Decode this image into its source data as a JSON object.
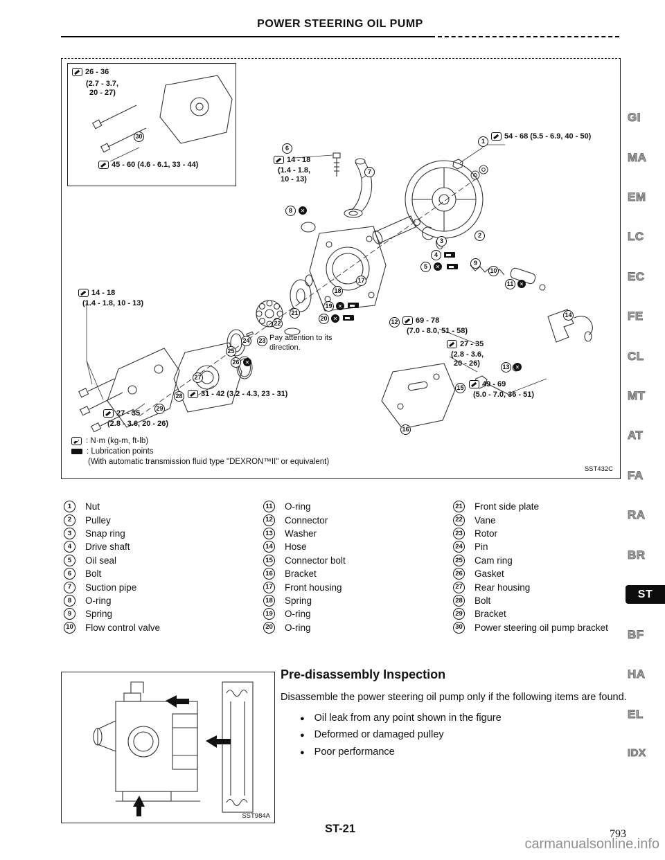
{
  "page": {
    "title": "POWER STEERING OIL PUMP",
    "footer_code": "ST-21",
    "page_number": "793",
    "watermark": "carmanualsonline.info"
  },
  "sidebar": {
    "sections": [
      "GI",
      "MA",
      "EM",
      "LC",
      "EC",
      "FE",
      "CL",
      "MT",
      "AT",
      "FA",
      "RA",
      "BR",
      "ST",
      "BF",
      "HA",
      "EL",
      "IDX"
    ],
    "active_section": "ST"
  },
  "diagram": {
    "ref": "SST432C",
    "inset": {
      "torque1_value": "26 - 36",
      "torque1_sub1": "(2.7 - 3.7,",
      "torque1_sub2": "20 - 27)",
      "torque2": "45 - 60 (4.6 - 6.1, 33 - 44)"
    },
    "labels": {
      "t54": "54 - 68 (5.5 - 6.9, 40 - 50)",
      "t14a_1": "14 - 18",
      "t14a_2": "(1.4 - 1.8,",
      "t14a_3": "10 - 13)",
      "t14b_1": "14 - 18",
      "t14b_2": "(1.4 - 1.8, 10 - 13)",
      "t69_1": "69 - 78",
      "t69_2": "(7.0 - 8.0, 51 - 58)",
      "t27a_1": "27 - 35",
      "t27a_2": "(2.8 - 3.6,",
      "t27a_3": "20 - 26)",
      "t49_1": "49 - 69",
      "t49_2": "(5.0 - 7.0, 36 - 51)",
      "t31": "31 - 42 (3.2 - 4.3, 23 - 31)",
      "t27b_1": "27 - 35",
      "t27b_2": "(2.8 - 3.6, 20 - 26)",
      "direction_note": "Pay attention to its direction."
    },
    "legend": {
      "torque": ": N·m (kg-m, ft-lb)",
      "lube": ": Lubrication points",
      "fluid": "(With automatic transmission fluid type \"DEXRON™II\" or equivalent)"
    },
    "callouts": [
      "1",
      "2",
      "3",
      "4",
      "5",
      "6",
      "7",
      "8",
      "9",
      "10",
      "11",
      "12",
      "13",
      "14",
      "15",
      "16",
      "17",
      "18",
      "19",
      "20",
      "21",
      "22",
      "23",
      "24",
      "25",
      "26",
      "27",
      "28",
      "29",
      "30"
    ]
  },
  "parts": {
    "col1": [
      {
        "num": "1",
        "label": "Nut"
      },
      {
        "num": "2",
        "label": "Pulley"
      },
      {
        "num": "3",
        "label": "Snap ring"
      },
      {
        "num": "4",
        "label": "Drive shaft"
      },
      {
        "num": "5",
        "label": "Oil seal"
      },
      {
        "num": "6",
        "label": "Bolt"
      },
      {
        "num": "7",
        "label": "Suction pipe"
      },
      {
        "num": "8",
        "label": "O-ring"
      },
      {
        "num": "9",
        "label": "Spring"
      },
      {
        "num": "10",
        "label": "Flow control valve"
      }
    ],
    "col2": [
      {
        "num": "11",
        "label": "O-ring"
      },
      {
        "num": "12",
        "label": "Connector"
      },
      {
        "num": "13",
        "label": "Washer"
      },
      {
        "num": "14",
        "label": "Hose"
      },
      {
        "num": "15",
        "label": "Connector bolt"
      },
      {
        "num": "16",
        "label": "Bracket"
      },
      {
        "num": "17",
        "label": "Front housing"
      },
      {
        "num": "18",
        "label": "Spring"
      },
      {
        "num": "19",
        "label": "O-ring"
      },
      {
        "num": "20",
        "label": "O-ring"
      }
    ],
    "col3": [
      {
        "num": "21",
        "label": "Front side plate"
      },
      {
        "num": "22",
        "label": "Vane"
      },
      {
        "num": "23",
        "label": "Rotor"
      },
      {
        "num": "24",
        "label": "Pin"
      },
      {
        "num": "25",
        "label": "Cam ring"
      },
      {
        "num": "26",
        "label": "Gasket"
      },
      {
        "num": "27",
        "label": "Rear housing"
      },
      {
        "num": "28",
        "label": "Bolt"
      },
      {
        "num": "29",
        "label": "Bracket"
      },
      {
        "num": "30",
        "label": "Power steering oil pump bracket"
      }
    ]
  },
  "figure": {
    "ref": "SST984A"
  },
  "inspection": {
    "heading": "Pre-disassembly Inspection",
    "intro": "Disassemble the power steering oil pump only if the following items are found.",
    "bullets": [
      "Oil leak from any point shown in the figure",
      "Deformed or damaged pulley",
      "Poor performance"
    ]
  },
  "icons": {
    "torque_icon": "boxed wrench (N·m torque spec marker)",
    "lubrication_icon": "black bar (ATF lubrication marker)",
    "lubrication_point_icon": "black circle with white X",
    "bullet_icon": "●",
    "arrow_icon": "solid black arrow"
  }
}
